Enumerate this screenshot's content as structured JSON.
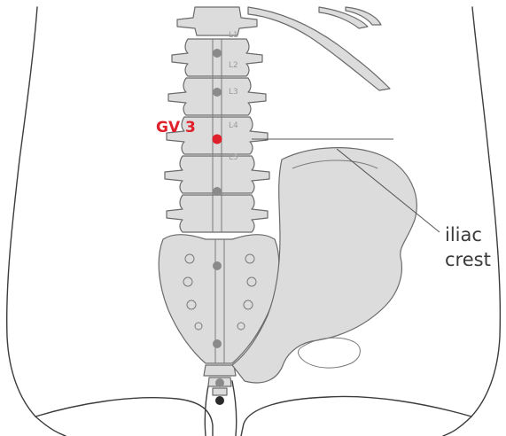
{
  "diagram": {
    "point_label": "GV 3",
    "crest_label_line1": "iliac",
    "crest_label_line2": "crest",
    "vertebrae": [
      "L1",
      "L2",
      "L3",
      "L4",
      "L5"
    ],
    "colors": {
      "point": "#e0202a",
      "bone_fill": "#dcdcdc",
      "bone_stroke": "#6b6b6b",
      "body_outline": "#3c3c3c",
      "leader_line": "#555555"
    }
  }
}
